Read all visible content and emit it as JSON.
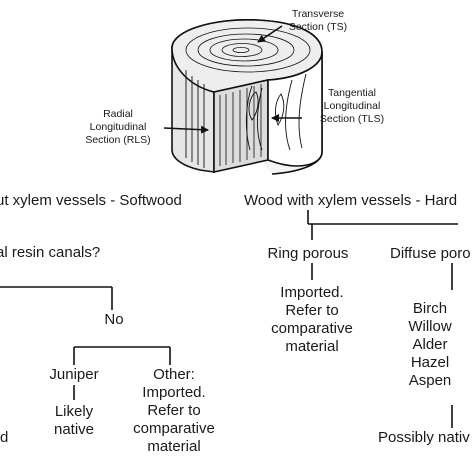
{
  "section_labels": {
    "transverse": [
      "Transverse",
      "Section (TS)"
    ],
    "tangential": [
      "Tangential",
      "Longitudinal",
      "Section (TLS)"
    ],
    "radial": [
      "Radial",
      "Longitudinal",
      "Section (RLS)"
    ]
  },
  "softwood": {
    "header": "ut xylem vessels - Softwood",
    "question": "al resin canals?",
    "no_label": "No",
    "juniper": "Juniper",
    "juniper_status": [
      "Likely",
      "native"
    ],
    "other": [
      "Other:",
      "Imported.",
      "Refer to",
      "comparative",
      "material"
    ],
    "left_partial": "d"
  },
  "hardwood": {
    "header": "Wood with xylem vessels - Hard",
    "ring_porous": "Ring porous",
    "ring_porous_note": [
      "Imported.",
      "Refer to",
      "comparative",
      "material"
    ],
    "diffuse_porous": "Diffuse poro",
    "diffuse_species": [
      "Birch",
      "Willow",
      "Alder",
      "Hazel",
      "Aspen"
    ],
    "diffuse_status": "Possibly nativ"
  }
}
